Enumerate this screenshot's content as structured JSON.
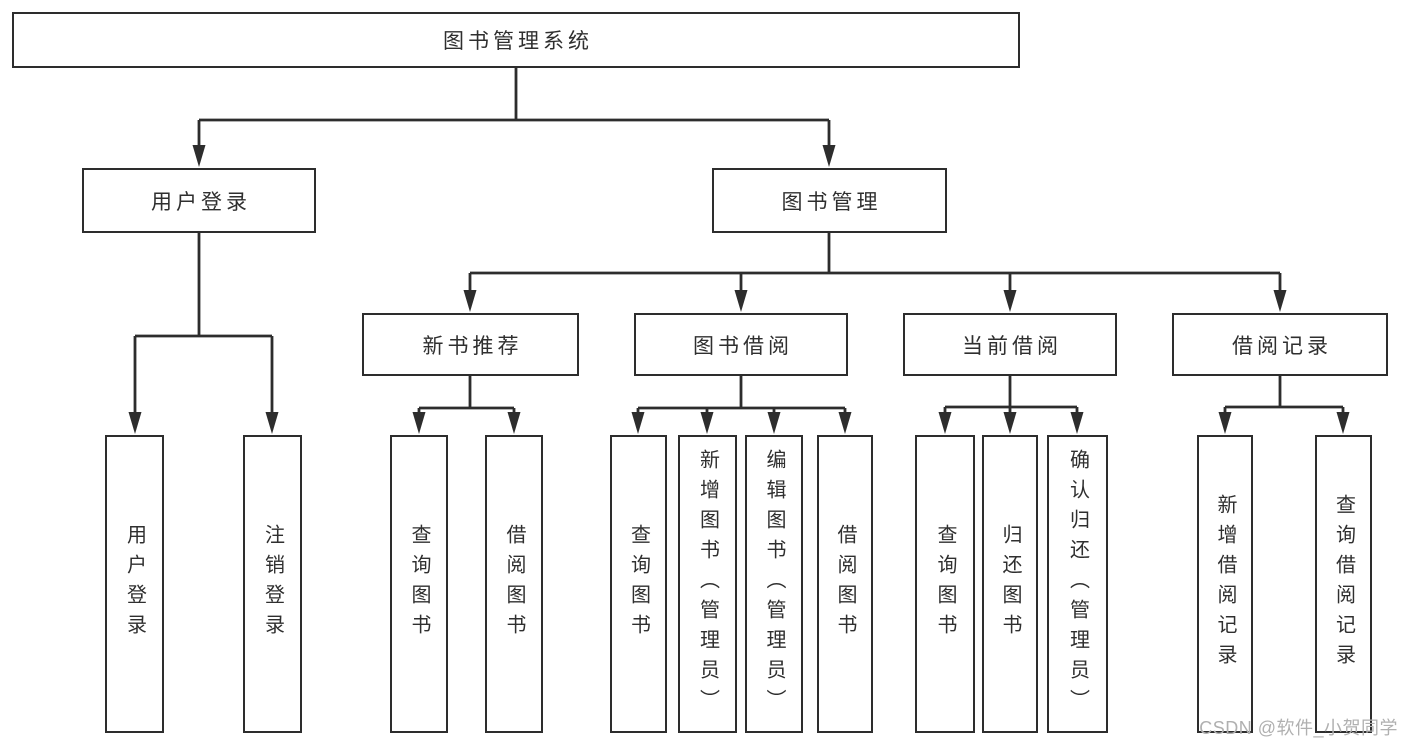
{
  "tree": {
    "label": "图书管理系统",
    "children": [
      {
        "label": "用户登录",
        "children": [
          {
            "label": "用户登录"
          },
          {
            "label": "注销登录"
          }
        ]
      },
      {
        "label": "图书管理",
        "children": [
          {
            "label": "新书推荐",
            "children": [
              {
                "label": "查询图书"
              },
              {
                "label": "借阅图书"
              }
            ]
          },
          {
            "label": "图书借阅",
            "children": [
              {
                "label": "查询图书"
              },
              {
                "label": "新增图书（管理员）"
              },
              {
                "label": "编辑图书（管理员）"
              },
              {
                "label": "借阅图书"
              }
            ]
          },
          {
            "label": "当前借阅",
            "children": [
              {
                "label": "查询图书"
              },
              {
                "label": "归还图书"
              },
              {
                "label": "确认归还（管理员）"
              }
            ]
          },
          {
            "label": "借阅记录",
            "children": [
              {
                "label": "新增借阅记录"
              },
              {
                "label": "查询借阅记录"
              }
            ]
          }
        ]
      }
    ]
  },
  "watermark": "CSDN @软件_小贺同学",
  "colors": {
    "line": "#2d2d2d",
    "text": "#2f2f2f",
    "box_background": "#ffffff",
    "page_background": "#ffffff",
    "watermark": "#b0b0b0"
  }
}
